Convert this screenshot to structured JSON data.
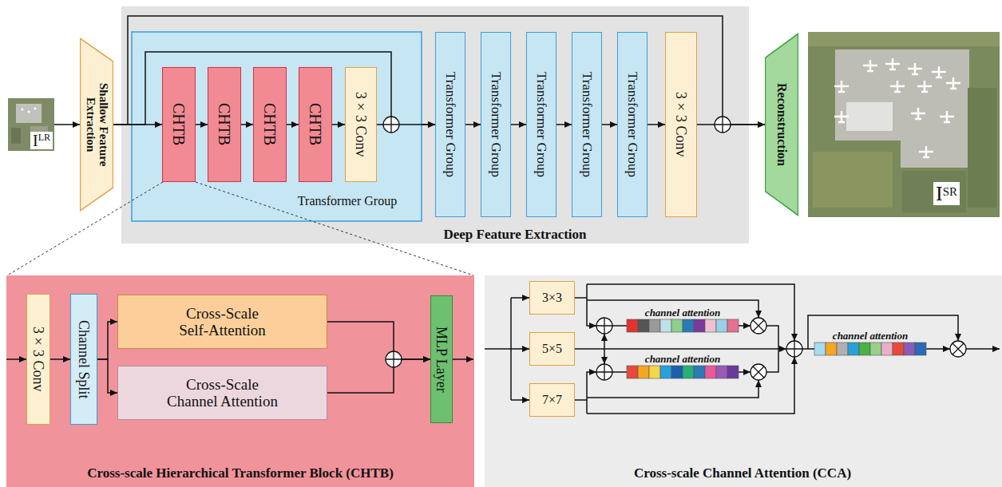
{
  "diagram": {
    "nodes": [
      {
        "text": [
          "I",
          "LR"
        ]
      },
      {
        "text": [
          "Shallow Feature Extraction"
        ]
      },
      {
        "text": [
          "Deep Feature Extraction"
        ]
      },
      {
        "text": [
          "Transformer Group"
        ],
        "in": 2
      },
      {
        "text": [
          "CHTB"
        ],
        "in": 3
      },
      {
        "text": [
          "CHTB"
        ],
        "in": 3
      },
      {
        "text": [
          "CHTB"
        ],
        "in": 3
      },
      {
        "text": [
          "CHTB"
        ],
        "in": 3
      },
      {
        "text": [
          "3×3 Conv"
        ],
        "in": 3
      },
      {
        "text": [
          "Transformer Group"
        ],
        "in": 2
      },
      {
        "text": [
          "Transformer Group"
        ],
        "in": 2
      },
      {
        "text": [
          "Transformer Group"
        ],
        "in": 2
      },
      {
        "text": [
          "Transformer Group"
        ],
        "in": 2
      },
      {
        "text": [
          "Transformer Group"
        ],
        "in": 2
      },
      {
        "text": [
          "3×3 Conv"
        ],
        "in": 2
      },
      {
        "text": [
          "Reconstruction"
        ]
      },
      {
        "text": [
          "I",
          "SR"
        ]
      },
      {
        "text": [
          "Cross-scale Hierarchical Transformer Block (CHTB)"
        ]
      },
      {
        "text": [
          "3×3 Conv"
        ],
        "in": 17
      },
      {
        "text": [
          "Channel Split"
        ],
        "in": 17
      },
      {
        "text": [
          "Cross-Scale Self-Attention"
        ],
        "in": 17
      },
      {
        "text": [
          "Cross-Scale Channel Attention"
        ],
        "in": 17
      },
      {
        "text": [
          "MLP Layer"
        ],
        "in": 17
      },
      {
        "text": [
          "Cross-scale Channel Attention (CCA)"
        ]
      },
      {
        "text": [
          "3×3"
        ],
        "in": 23
      },
      {
        "text": [
          "5×5"
        ],
        "in": 23
      },
      {
        "text": [
          "7×7"
        ],
        "in": 23
      }
    ],
    "edges": [
      {
        "from": 0,
        "to": 1,
        "arrow": "to"
      },
      {
        "from": 1,
        "to": 4,
        "arrow": "to"
      },
      {
        "from": 4,
        "to": 5,
        "arrow": "to"
      },
      {
        "from": 5,
        "to": 6,
        "arrow": "to"
      },
      {
        "from": 6,
        "to": 7,
        "arrow": "to"
      },
      {
        "from": 7,
        "to": 8,
        "arrow": "to"
      },
      {
        "from": 1,
        "to": 9,
        "arrow": "to"
      },
      {
        "from": 3,
        "to": 9,
        "arrow": "to"
      },
      {
        "from": 9,
        "to": 10,
        "arrow": "to"
      },
      {
        "from": 10,
        "to": 11,
        "arrow": "to"
      },
      {
        "from": 11,
        "to": 12,
        "arrow": "to"
      },
      {
        "from": 12,
        "to": 13,
        "arrow": "to"
      },
      {
        "from": 13,
        "to": 14,
        "arrow": "to"
      },
      {
        "from": 1,
        "to": 15,
        "arrow": "to"
      },
      {
        "from": 14,
        "to": 15,
        "arrow": "to"
      },
      {
        "from": 18,
        "to": 19,
        "arrow": "to"
      },
      {
        "from": 19,
        "to": 20,
        "arrow": "to"
      },
      {
        "from": 19,
        "to": 21,
        "arrow": "to"
      },
      {
        "from": 20,
        "to": 22,
        "arrow": "to"
      },
      {
        "from": 21,
        "to": 22,
        "arrow": "to"
      }
    ],
    "labels": [
      "channel attention",
      "channel attention",
      "channel attention"
    ]
  }
}
